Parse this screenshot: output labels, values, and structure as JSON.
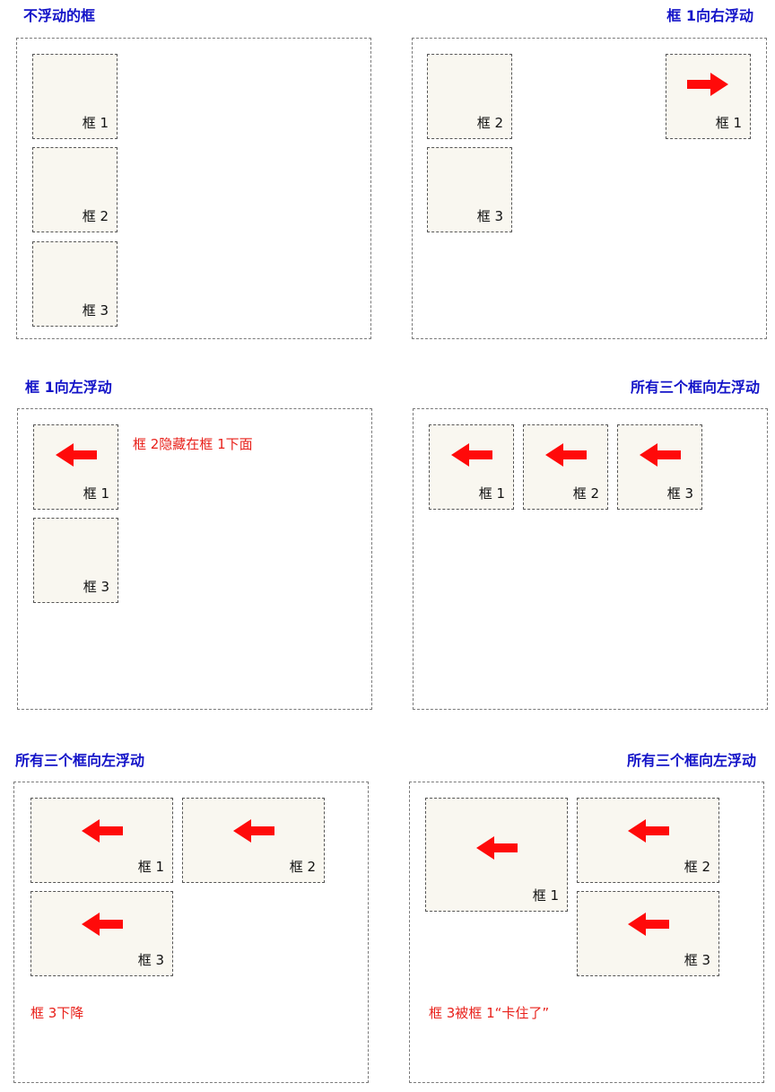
{
  "colors": {
    "title": "#1414c8",
    "note": "#e8201a",
    "arrow": "#ff0a0a",
    "box_fill": "#f9f7f0"
  },
  "panels": [
    {
      "title": "不浮动的框",
      "boxes": [
        {
          "label": "框 1",
          "arrow": "none"
        },
        {
          "label": "框 2",
          "arrow": "none"
        },
        {
          "label": "框 3",
          "arrow": "none"
        }
      ],
      "note": ""
    },
    {
      "title": "框 1向右浮动",
      "boxes": [
        {
          "label": "框 1",
          "arrow": "right-arrow-icon"
        },
        {
          "label": "框 2",
          "arrow": "none"
        },
        {
          "label": "框 3",
          "arrow": "none"
        }
      ],
      "note": ""
    },
    {
      "title": "框 1向左浮动",
      "boxes": [
        {
          "label": "框 1",
          "arrow": "left-arrow-icon"
        },
        {
          "label": "框 3",
          "arrow": "none"
        }
      ],
      "note": "框 2隐藏在框 1下面"
    },
    {
      "title": "所有三个框向左浮动",
      "boxes": [
        {
          "label": "框 1",
          "arrow": "left-arrow-icon"
        },
        {
          "label": "框 2",
          "arrow": "left-arrow-icon"
        },
        {
          "label": "框 3",
          "arrow": "left-arrow-icon"
        }
      ],
      "note": ""
    },
    {
      "title": "所有三个框向左浮动",
      "boxes": [
        {
          "label": "框 1",
          "arrow": "left-arrow-icon"
        },
        {
          "label": "框 2",
          "arrow": "left-arrow-icon"
        },
        {
          "label": "框 3",
          "arrow": "left-arrow-icon"
        }
      ],
      "note": "框 3下降"
    },
    {
      "title": "所有三个框向左浮动",
      "boxes": [
        {
          "label": "框 1",
          "arrow": "left-arrow-icon"
        },
        {
          "label": "框 2",
          "arrow": "left-arrow-icon"
        },
        {
          "label": "框 3",
          "arrow": "left-arrow-icon"
        }
      ],
      "note": "框 3被框 1“卡住了”"
    }
  ]
}
